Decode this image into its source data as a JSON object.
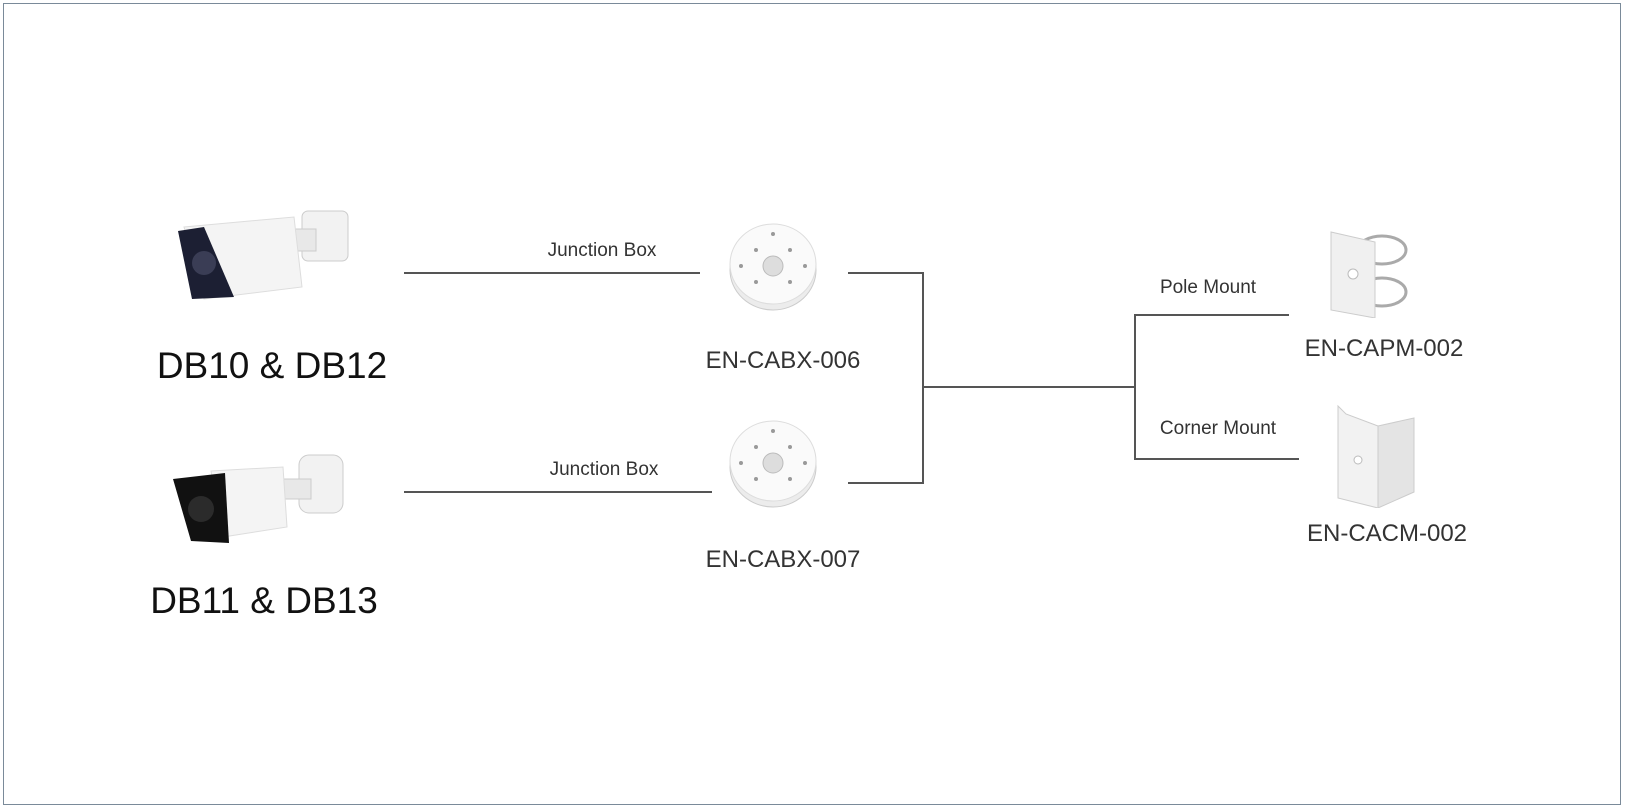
{
  "cameras": [
    {
      "label": "DB10 & DB12"
    },
    {
      "label": "DB11 & DB13"
    }
  ],
  "connections": [
    {
      "label": "Junction Box"
    },
    {
      "label": "Junction Box"
    }
  ],
  "junction_boxes": [
    {
      "model": "EN-CABX-006"
    },
    {
      "model": "EN-CABX-007"
    }
  ],
  "mounts": [
    {
      "type": "Pole Mount",
      "model": "EN-CAPM-002"
    },
    {
      "type": "Corner Mount",
      "model": "EN-CACM-002"
    }
  ]
}
